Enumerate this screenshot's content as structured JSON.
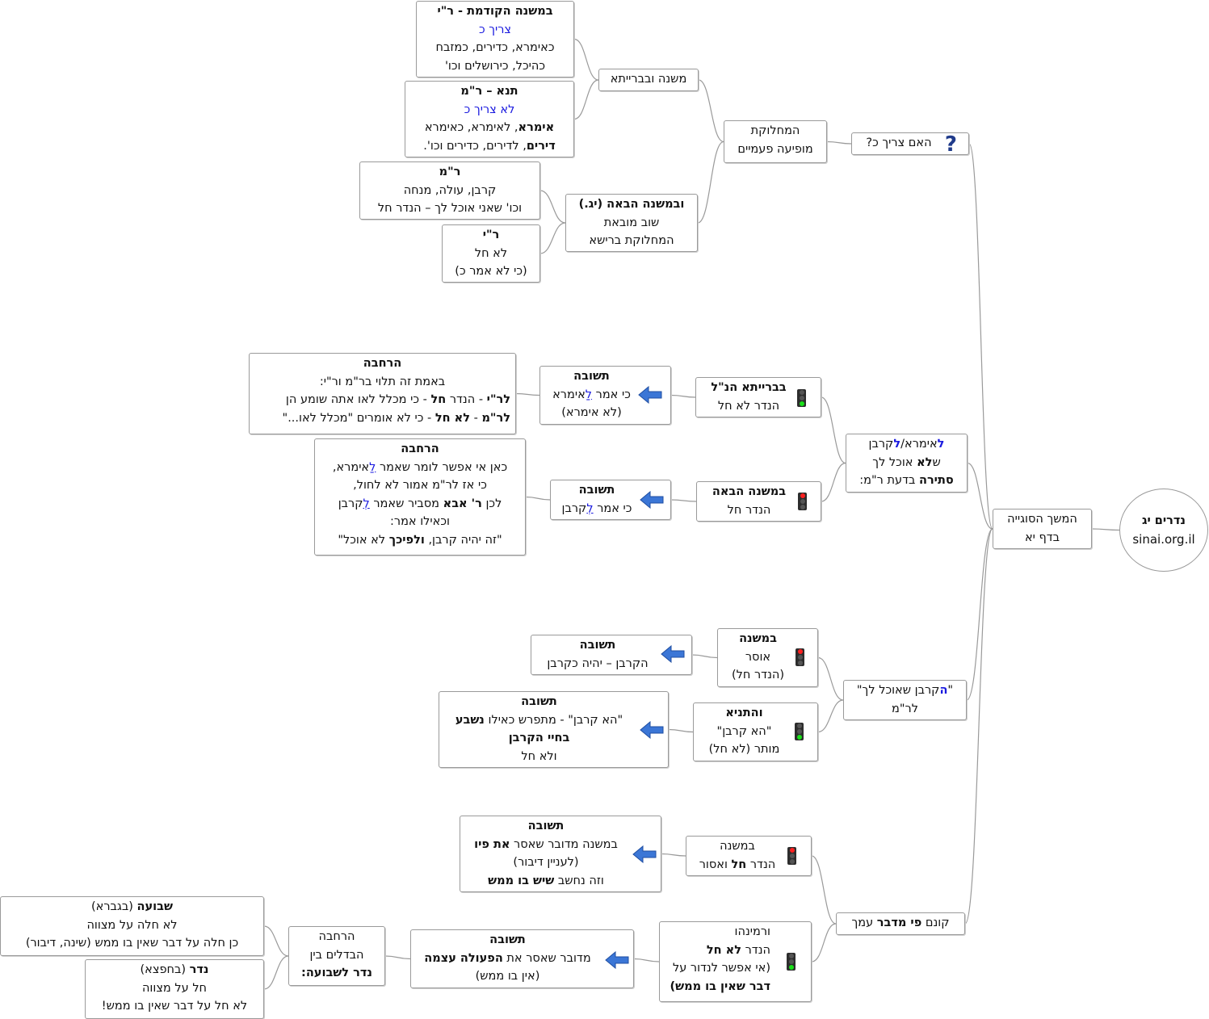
{
  "root": {
    "title": "נדרים יג",
    "site": "sinai.org.il"
  },
  "center": [
    "המשך הסוגייה",
    "בדף יא"
  ],
  "b1": {
    "title": "האם צריך כ?",
    "n1": [
      "המחלוקת",
      "מופיעה פעמיים"
    ],
    "n1a": "משנה ובברייתא",
    "n1a1": {
      "l1": "במשנה הקודמת - ר\"י",
      "l2": "צריך כ",
      "l3": "כאימרא, כדירים, כמזבח",
      "l4": "כהיכל, כירושלים וכו'"
    },
    "n1a2": {
      "l1": "תנא – ר\"מ",
      "l2": "לא צריך כ",
      "l3a": "אימרא",
      "l3b": ", לאימרא, כאימרא",
      "l4a": "דירים",
      "l4b": ", לדירים, כדירים וכו'."
    },
    "n1b": {
      "l1": "ובמשנה הבאה (יג.)",
      "l2": "שוב מובאת",
      "l3": "המחלוקת ברישא"
    },
    "n1b1": {
      "l1": "ר\"מ",
      "l2": "קרבן, עולה, מנחה",
      "l3": "וכו' שאני אוכל לך – הנדר חל"
    },
    "n1b2": {
      "l1": "ר\"י",
      "l2": "לא חל",
      "l3": "(כי לא אמר כ)"
    }
  },
  "b2": {
    "l1a": "ל",
    "l1b": "אימרא/",
    "l1c": "ל",
    "l1d": "קרבן",
    "l2a": "ש",
    "l2b": "לא",
    "l2c": "  אוכל לך",
    "l3a": "סתירה",
    "l3b": " בדעת ר\"מ:",
    "n1": {
      "l1": "בברייתא הנ\"ל",
      "l2": "הנדר לא חל"
    },
    "n1a": {
      "l1": "תשובה",
      "l2a": "כי אמר ",
      "l2b": "לַ",
      "l2c": "אימרא",
      "l3": "(לא אימרא)"
    },
    "n1a1": {
      "l1": "הרחבה",
      "l2": "באמת זה תלוי בר\"מ ור\"י:",
      "l3a": "לר\"י",
      "l3b": "  - הנדר ",
      "l3c": "חל",
      "l3d": " - כי מכלל לאו אתה שומע הן",
      "l4a": "לר\"מ",
      "l4b": "  - ",
      "l4c": "לא חל",
      "l4d": " - כי לא אומרים \"מכלל לאו...\""
    },
    "n2": {
      "l1": "במשנה הבאה",
      "l2": "הנדר חל"
    },
    "n2a": {
      "l1": "תשובה",
      "l2a": "כי אמר ",
      "l2b": "לְ",
      "l2c": "קרבן"
    },
    "n2a1": {
      "l1": "הרחבה",
      "l2a": "כאן אי אפשר לומר שאמר ",
      "l2b": "לַ",
      "l2c": "אימרא,",
      "l3": "כי אז לר\"מ אמור לא לחול,",
      "l4a": "לכן ",
      "l4b": "ר' אבא",
      "l4c": " מסביר שאמר ",
      "l4d": "לְ",
      "l4e": "קרבן",
      "l5": "וכאילו אמר:",
      "l6a": "\"זה יהיה קרבן, ",
      "l6b": "ולפיכך",
      "l6c": "  לא אוכל\""
    }
  },
  "b3": {
    "l1a": "\"",
    "l1b": "ה",
    "l1c": "קרבן שאוכל לך\"",
    "l2": "לר\"מ",
    "n1": {
      "l1": "במשנה",
      "l2": "אוסר",
      "l3": "(הנדר חל)"
    },
    "n1a": {
      "l1": "תשובה",
      "l2": "הקרבן – יהיה כקרבן"
    },
    "n2": {
      "l1": "והתניא",
      "l2": "\"הא קרבן\"",
      "l3": "מותר (לא חל)"
    },
    "n2a": {
      "l1": "תשובה",
      "l2a": "\"הא קרבן\" - מתפרש כאילו ",
      "l2b": "נשבע",
      "l3": "בחיי הקרבן",
      "l4": "ולא חל"
    }
  },
  "b4": {
    "title_a": "קונם ",
    "title_b": "פי מדבר",
    "title_c": "  עמך",
    "n1": {
      "l1": "במשנה",
      "l2a": "הנדר ",
      "l2b": "חל",
      "l2c": " ואסור"
    },
    "n1a": {
      "l1": "תשובה",
      "l2a": "במשנה מדובר שאסר ",
      "l2b": "את פיו",
      "l3": "(לעניין דיבור)",
      "l4a": "וזה נחשב ",
      "l4b": "שיש בו ממש"
    },
    "n2": {
      "l1": "ורמינהו",
      "l2a": "הנדר ",
      "l2b": "לא חל",
      "l3": "(אי אפשר לנדור על",
      "l4": "דבר שאין בו ממש)"
    },
    "n2a": {
      "l1": "תשובה",
      "l2a": "מדובר שאסר את ",
      "l2b": "הפעולה עצמה",
      "l3": "(אין בו ממש)"
    },
    "n2a1": {
      "l1": "הרחבה",
      "l2": "הבדלים בין",
      "l3": "נדר לשבועה:"
    },
    "n2a1a": {
      "l1a": "שבועה",
      "l1b": " (בגברא)",
      "l2": "לא חלה על מצווה",
      "l3": "כן חלה על דבר שאין בו ממש  (שינה, דיבור)"
    },
    "n2a1b": {
      "l1a": "נדר",
      "l1b": " (בחפצא)",
      "l2": "חל על מצווה",
      "l3": "לא חל על דבר שאין בו ממש!"
    }
  },
  "colors": {
    "line": "#9a9a9a",
    "border": "#9a9a9a",
    "blue_text": "#1a1adf",
    "arrow": "#3b76d6"
  },
  "icons": [
    "question-mark-icon",
    "traffic-light-green-icon",
    "traffic-light-red-icon",
    "left-arrow-icon"
  ]
}
